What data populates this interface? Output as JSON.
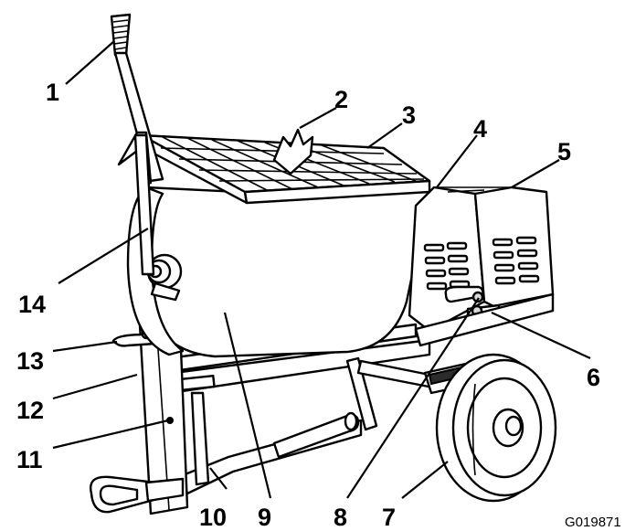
{
  "figure": {
    "code": "G019871",
    "callouts": [
      {
        "number": "1"
      },
      {
        "number": "2"
      },
      {
        "number": "3"
      },
      {
        "number": "4"
      },
      {
        "number": "5"
      },
      {
        "number": "6"
      },
      {
        "number": "7"
      },
      {
        "number": "8"
      },
      {
        "number": "9"
      },
      {
        "number": "10"
      },
      {
        "number": "11"
      },
      {
        "number": "12"
      },
      {
        "number": "13"
      },
      {
        "number": "14"
      }
    ]
  }
}
